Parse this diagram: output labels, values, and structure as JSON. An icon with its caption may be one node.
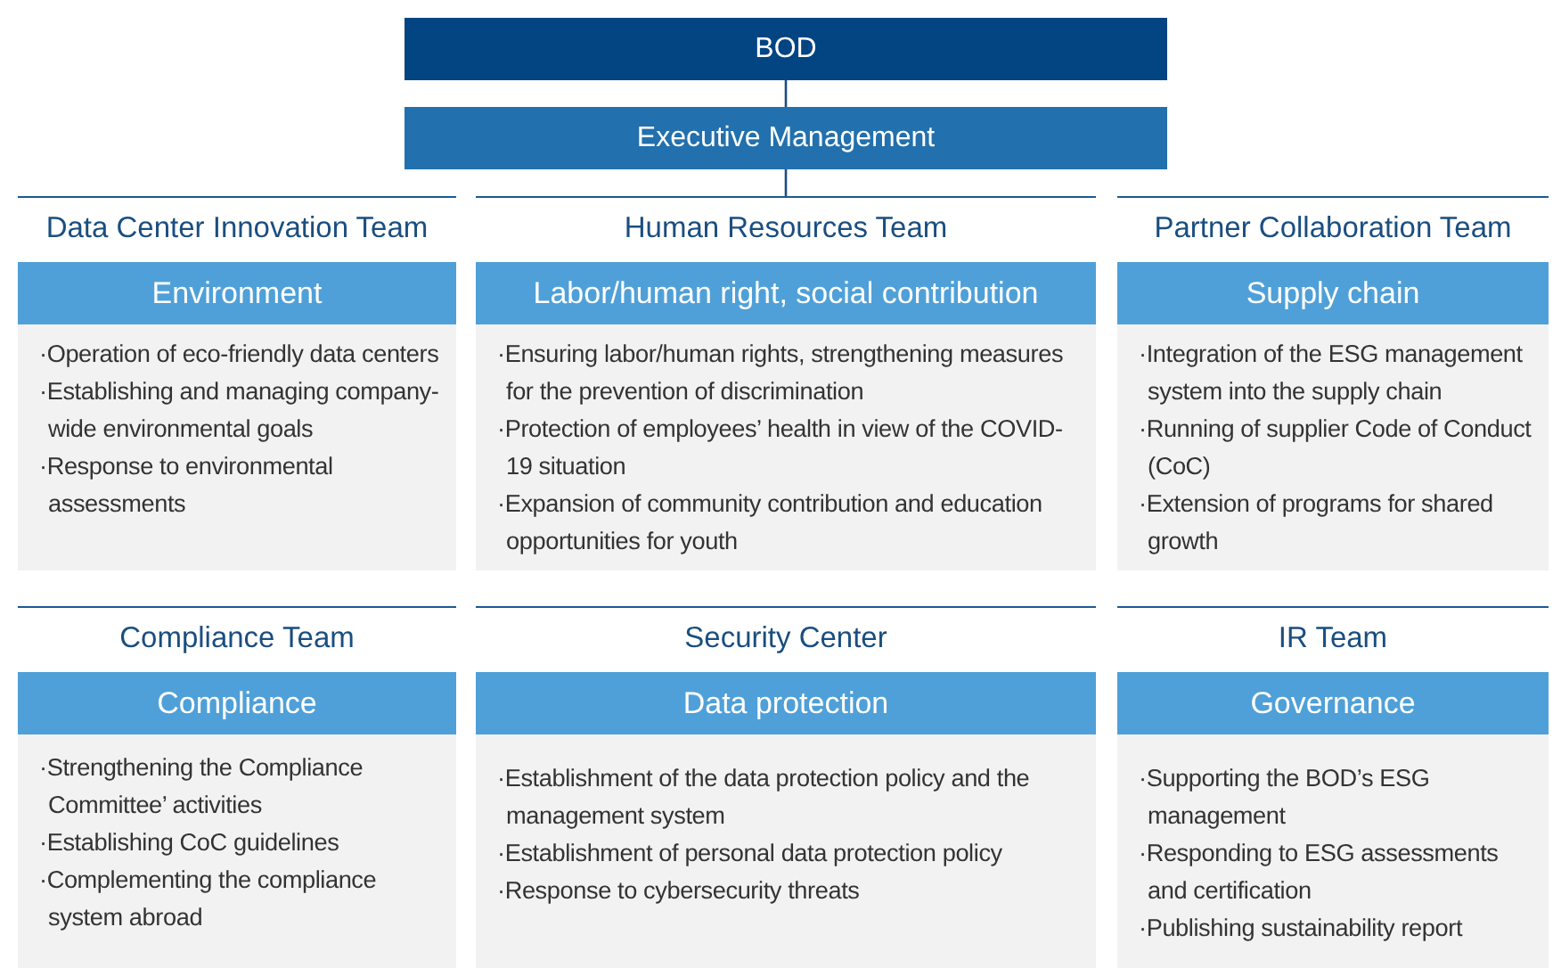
{
  "diagram": {
    "nodes": [
      {
        "text": [
          "BOD"
        ]
      },
      {
        "text": [
          "Executive Management"
        ]
      },
      {
        "text": [
          "Data Center Innovation Team",
          "·Operation of eco-friendly data centers",
          "·Establishing and managing company-wide environmental goals",
          "·Response to environmental assessments"
        ]
      },
      {
        "text": [
          "Environment"
        ],
        "in": 2
      },
      {
        "text": [
          "Human Resources Team",
          "·Ensuring labor/human rights, strengthening measures for the prevention of discrimination",
          "·Protection of employees’ health in view of the COVID-19 situation",
          "·Expansion of community contribution and education opportunities for youth"
        ]
      },
      {
        "text": [
          "Labor/human right, social contribution"
        ],
        "in": 4
      },
      {
        "text": [
          "Partner Collaboration Team",
          "·Integration of the ESG management system into the supply chain",
          "·Running of supplier Code of Conduct (CoC)",
          "·Extension of programs for shared growth"
        ]
      },
      {
        "text": [
          "Supply chain"
        ],
        "in": 6
      },
      {
        "text": [
          "Compliance Team",
          "·Strengthening the Compliance Committee’ activities",
          "·Establishing CoC guidelines",
          "·Complementing the compliance system abroad"
        ]
      },
      {
        "text": [
          "Compliance"
        ],
        "in": 8
      },
      {
        "text": [
          "Security Center",
          "·Establishment of the data protection policy and the management system",
          "·Establishment of personal data protection policy",
          "·Response to cybersecurity threats"
        ]
      },
      {
        "text": [
          "Data protection"
        ],
        "in": 10
      },
      {
        "text": [
          "IR Team",
          "·Supporting the BOD’s ESG management",
          "·Responding to ESG assessments and certification",
          "·Publishing sustainability report"
        ]
      },
      {
        "text": [
          "Governance"
        ],
        "in": 12
      }
    ],
    "edges": [
      {
        "from": 0,
        "to": 1,
        "arrow": "none"
      },
      {
        "from": 1,
        "to": 4,
        "arrow": "none"
      }
    ]
  }
}
